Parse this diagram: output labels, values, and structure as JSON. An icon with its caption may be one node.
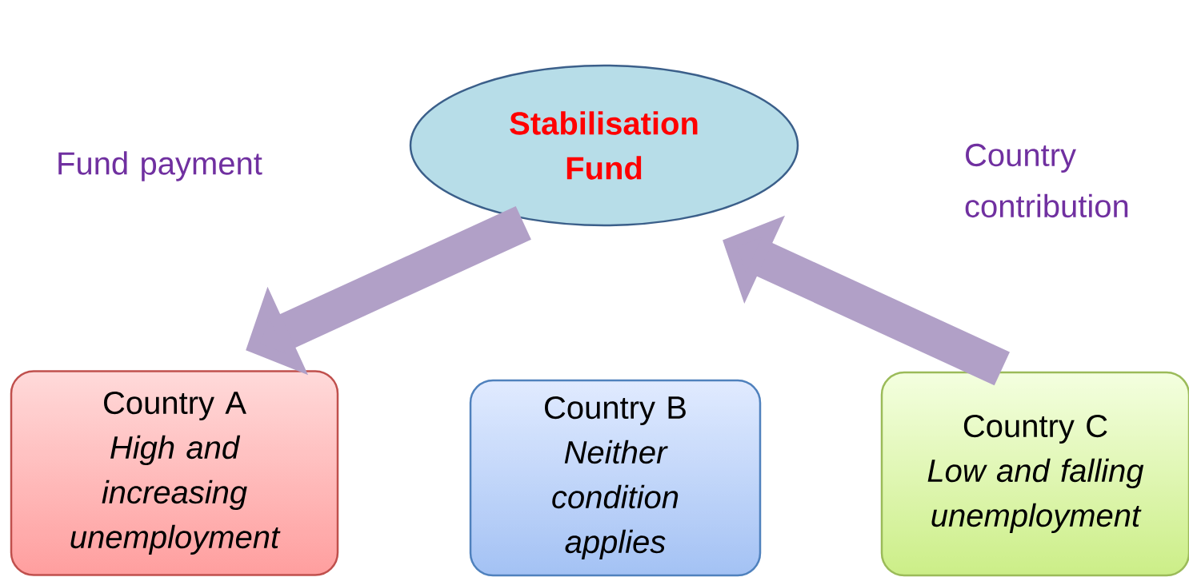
{
  "diagram": {
    "nodes": [
      {
        "text": [
          "Stabilisation Fund"
        ]
      },
      {
        "text": [
          "Country A",
          "High and increasing unemployment"
        ]
      },
      {
        "text": [
          "Country B",
          "Neither condition applies"
        ]
      },
      {
        "text": [
          "Country C",
          "Low and falling unemployment"
        ]
      }
    ],
    "edges": [
      {
        "from": 0,
        "to": 1,
        "arrow": "to",
        "label": "Fund payment"
      },
      {
        "from": 3,
        "to": 0,
        "arrow": "to",
        "label": "Country contribution"
      }
    ]
  }
}
